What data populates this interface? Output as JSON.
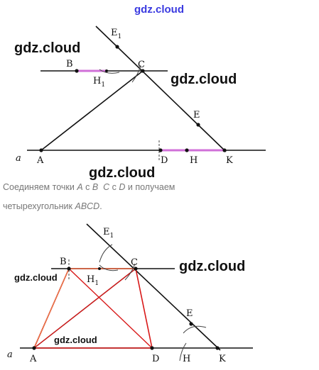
{
  "watermark": "gdz.cloud",
  "caption": {
    "line1": {
      "prefix": "Соединяем точки ",
      "p1": "A",
      "c1": " с ",
      "p2": "B",
      "sp": "  ",
      "p3": "C",
      "c2": " с ",
      "p4": "D",
      "suffix": " и получаем"
    },
    "line2": {
      "prefix": "четырехугольник ",
      "name": "ABCD",
      "suffix": "."
    }
  },
  "figure1": {
    "labels": {
      "a": "a",
      "A": "A",
      "B": "B",
      "C": "C",
      "D": "D",
      "E": "E",
      "E1": "E",
      "E1_sub": "1",
      "H": "H",
      "H1": "H",
      "H1_sub": "1",
      "K": "K"
    }
  },
  "figure2": {
    "labels": {
      "a": "a",
      "A": "A",
      "B": "B",
      "C": "C",
      "D": "D",
      "E": "E",
      "E1": "E",
      "E1_sub": "1",
      "H": "H",
      "H1": "H",
      "H1_sub": "1",
      "K": "K"
    }
  },
  "colors": {
    "line": "#111111",
    "highlight": "#d070d8",
    "quad": "#d81818",
    "arc": "#444444",
    "watermark_top": "#3a3ae0",
    "caption": "#777777"
  }
}
